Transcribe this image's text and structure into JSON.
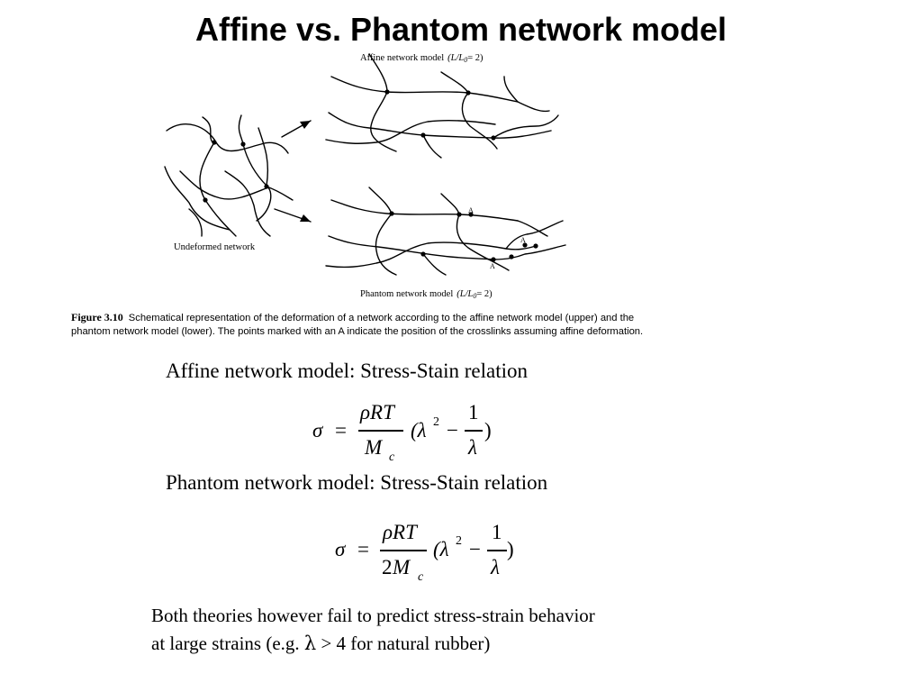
{
  "title": "Affine vs. Phantom network model",
  "figure": {
    "affine_label": "Affine network model",
    "affine_ratio": "(L/L",
    "affine_ratio_sub": "0",
    "affine_ratio_end": "= 2)",
    "phantom_label": "Phantom network model",
    "phantom_ratio": "(L/L",
    "phantom_ratio_sub": "0",
    "phantom_ratio_end": "= 2)",
    "undeformed_label": "Undeformed network",
    "point_label": "A",
    "caption_label": "Figure 3.10",
    "caption_text": "Schematical representation of the deformation of a network according to the affine network model (upper) and the phantom network model (lower). The points marked with an A indicate the position of the crosslinks assuming affine deformation."
  },
  "affine_heading": "Affine network model: Stress-Stain relation",
  "phantom_heading": "Phantom network model: Stress-Stain relation",
  "eq1": {
    "sigma": "σ",
    "equals": "=",
    "num": "ρRT",
    "den_prefix": "",
    "den": "M",
    "den_sub": "c",
    "open": "(λ",
    "power": "2",
    "minus": "−",
    "frac_num": "1",
    "frac_den": "λ",
    "close": ")"
  },
  "eq2": {
    "sigma": "σ",
    "equals": "=",
    "num": "ρRT",
    "den_prefix": "2",
    "den": "M",
    "den_sub": "c",
    "open": "(λ",
    "power": "2",
    "minus": "−",
    "frac_num": "1",
    "frac_den": "λ",
    "close": ")"
  },
  "note": {
    "line1": "Both theories however fail to predict stress-strain behavior",
    "line2_pre": "at large strains  (e.g. ",
    "line2_sym": "λ",
    "line2_post": " > 4 for natural rubber)"
  }
}
